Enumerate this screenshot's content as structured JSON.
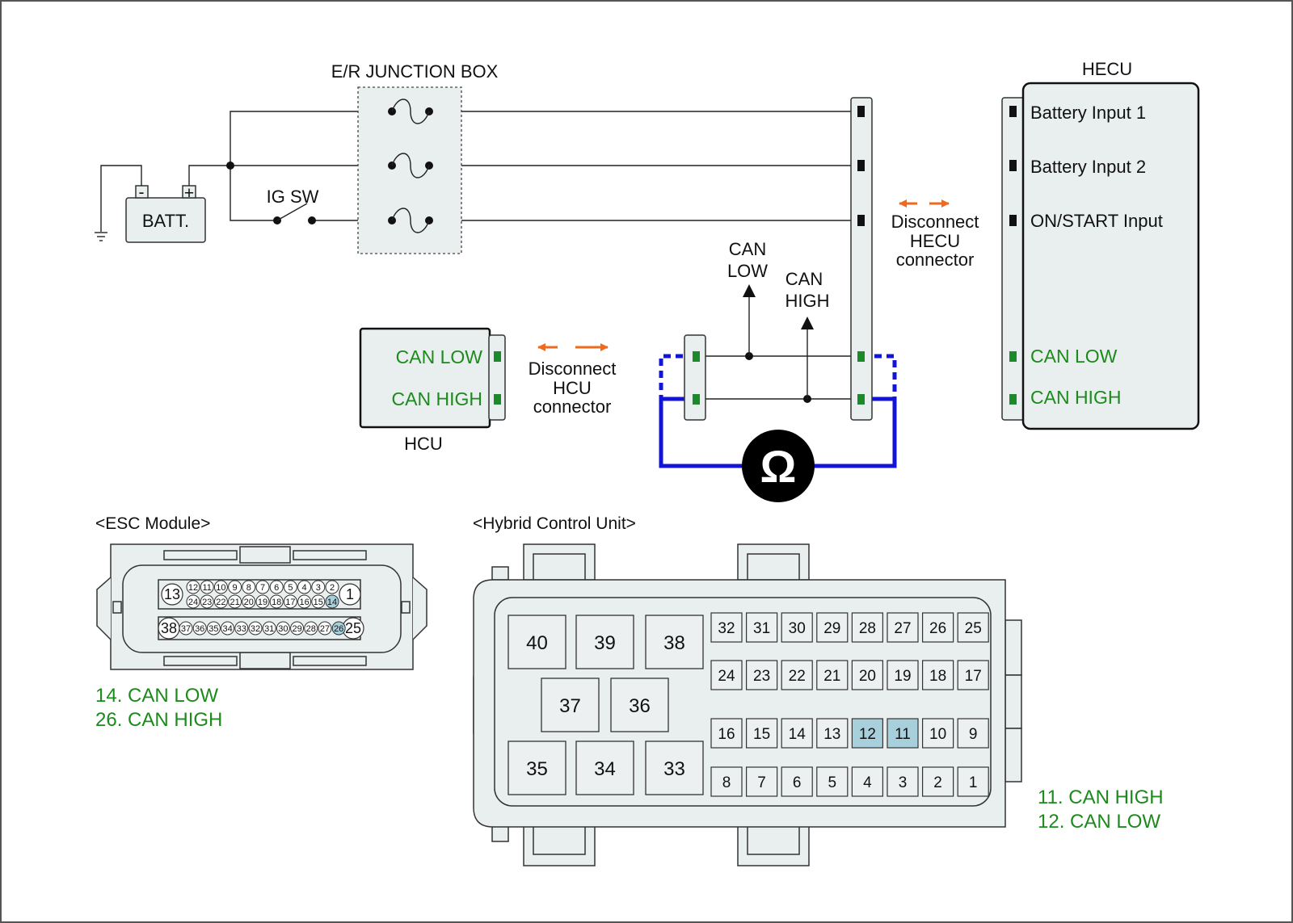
{
  "labels": {
    "junction_box": "E/R JUNCTION BOX",
    "batt": "BATT.",
    "batt_minus": "-",
    "batt_plus": "+",
    "ig_sw": "IG SW",
    "hecu": "HECU",
    "hecu_pins": [
      "Battery Input 1",
      "Battery Input 2",
      "ON/START Input",
      "CAN LOW",
      "CAN HIGH"
    ],
    "disconnect_hecu": [
      "Disconnect",
      "HECU",
      "connector"
    ],
    "can_low_probe": [
      "CAN",
      "LOW"
    ],
    "can_high_probe": [
      "CAN",
      "HIGH"
    ],
    "hcu": "HCU",
    "hcu_pins": [
      "CAN LOW",
      "CAN HIGH"
    ],
    "disconnect_hcu": [
      "Disconnect",
      "HCU",
      "connector"
    ],
    "ohm": "Ω"
  },
  "esc": {
    "title": "<ESC Module>",
    "big_pins": [
      "13",
      "1",
      "38",
      "25"
    ],
    "row1": [
      "12",
      "11",
      "10",
      "9",
      "8",
      "7",
      "6",
      "5",
      "4",
      "3",
      "2"
    ],
    "row2": [
      "24",
      "23",
      "22",
      "21",
      "20",
      "19",
      "18",
      "17",
      "16",
      "15",
      "14"
    ],
    "row3": [
      "37",
      "36",
      "35",
      "34",
      "33",
      "32",
      "31",
      "30",
      "29",
      "28",
      "27",
      "26"
    ],
    "highlight": [
      "14",
      "26"
    ],
    "notes": [
      "14. CAN LOW",
      "26. CAN HIGH"
    ]
  },
  "hcu_connector": {
    "title": "<Hybrid Control Unit>",
    "large_pins": [
      [
        "40",
        "39",
        "38"
      ],
      [
        "37",
        "36"
      ],
      [
        "35",
        "34",
        "33"
      ]
    ],
    "small_rows": [
      [
        "32",
        "31",
        "30",
        "29",
        "28",
        "27",
        "26",
        "25"
      ],
      [
        "24",
        "23",
        "22",
        "21",
        "20",
        "19",
        "18",
        "17"
      ],
      [
        "16",
        "15",
        "14",
        "13",
        "12",
        "11",
        "10",
        "9"
      ],
      [
        "8",
        "7",
        "6",
        "5",
        "4",
        "3",
        "2",
        "1"
      ]
    ],
    "highlight": [
      "12",
      "11"
    ],
    "notes": [
      "11. CAN HIGH",
      "12. CAN LOW"
    ]
  },
  "colors": {
    "panel": "#e9eeee",
    "probe_wire": "#1414d8",
    "arrow": "#f06a1e",
    "green_text": "#1c8a1c",
    "highlight_pin": "#a8d0dc",
    "pin_green": "#1a8a2a"
  }
}
